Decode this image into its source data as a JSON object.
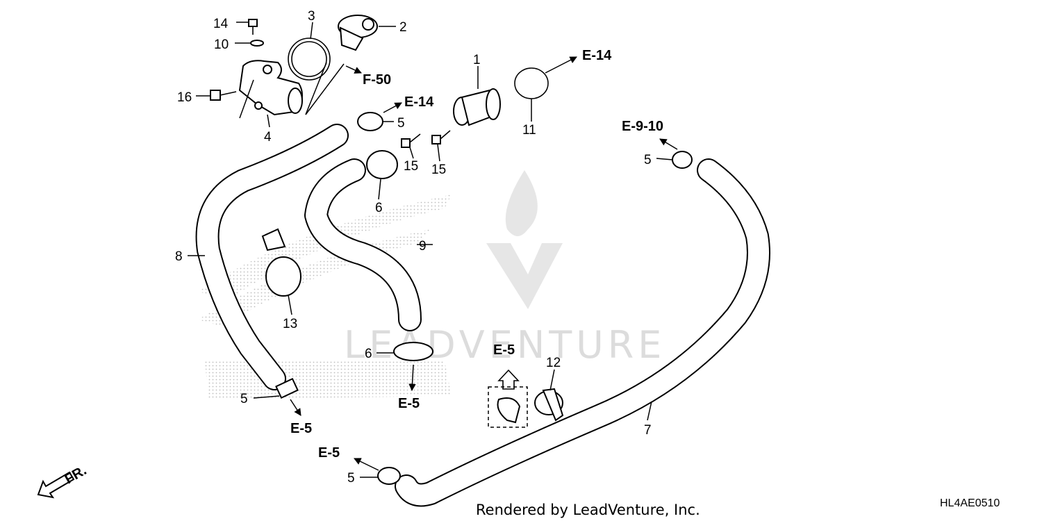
{
  "parts": {
    "p1": "1",
    "p2": "2",
    "p3": "3",
    "p4": "4",
    "p5": "5",
    "p6": "6",
    "p7": "7",
    "p8": "8",
    "p9": "9",
    "p10": "10",
    "p11": "11",
    "p12": "12",
    "p13": "13",
    "p14": "14",
    "p15": "15",
    "p16": "16"
  },
  "refs": {
    "e14": "E-14",
    "f50": "F-50",
    "e910": "E-9-10",
    "e5": "E-5"
  },
  "watermark": "LEADVENTURE",
  "footer": {
    "credit": "Rendered by LeadVenture, Inc.",
    "code": "HL4AE0510",
    "front": "FR."
  },
  "colors": {
    "lines": "#000000",
    "watermark": "#dcdcdc",
    "background": "#ffffff"
  }
}
